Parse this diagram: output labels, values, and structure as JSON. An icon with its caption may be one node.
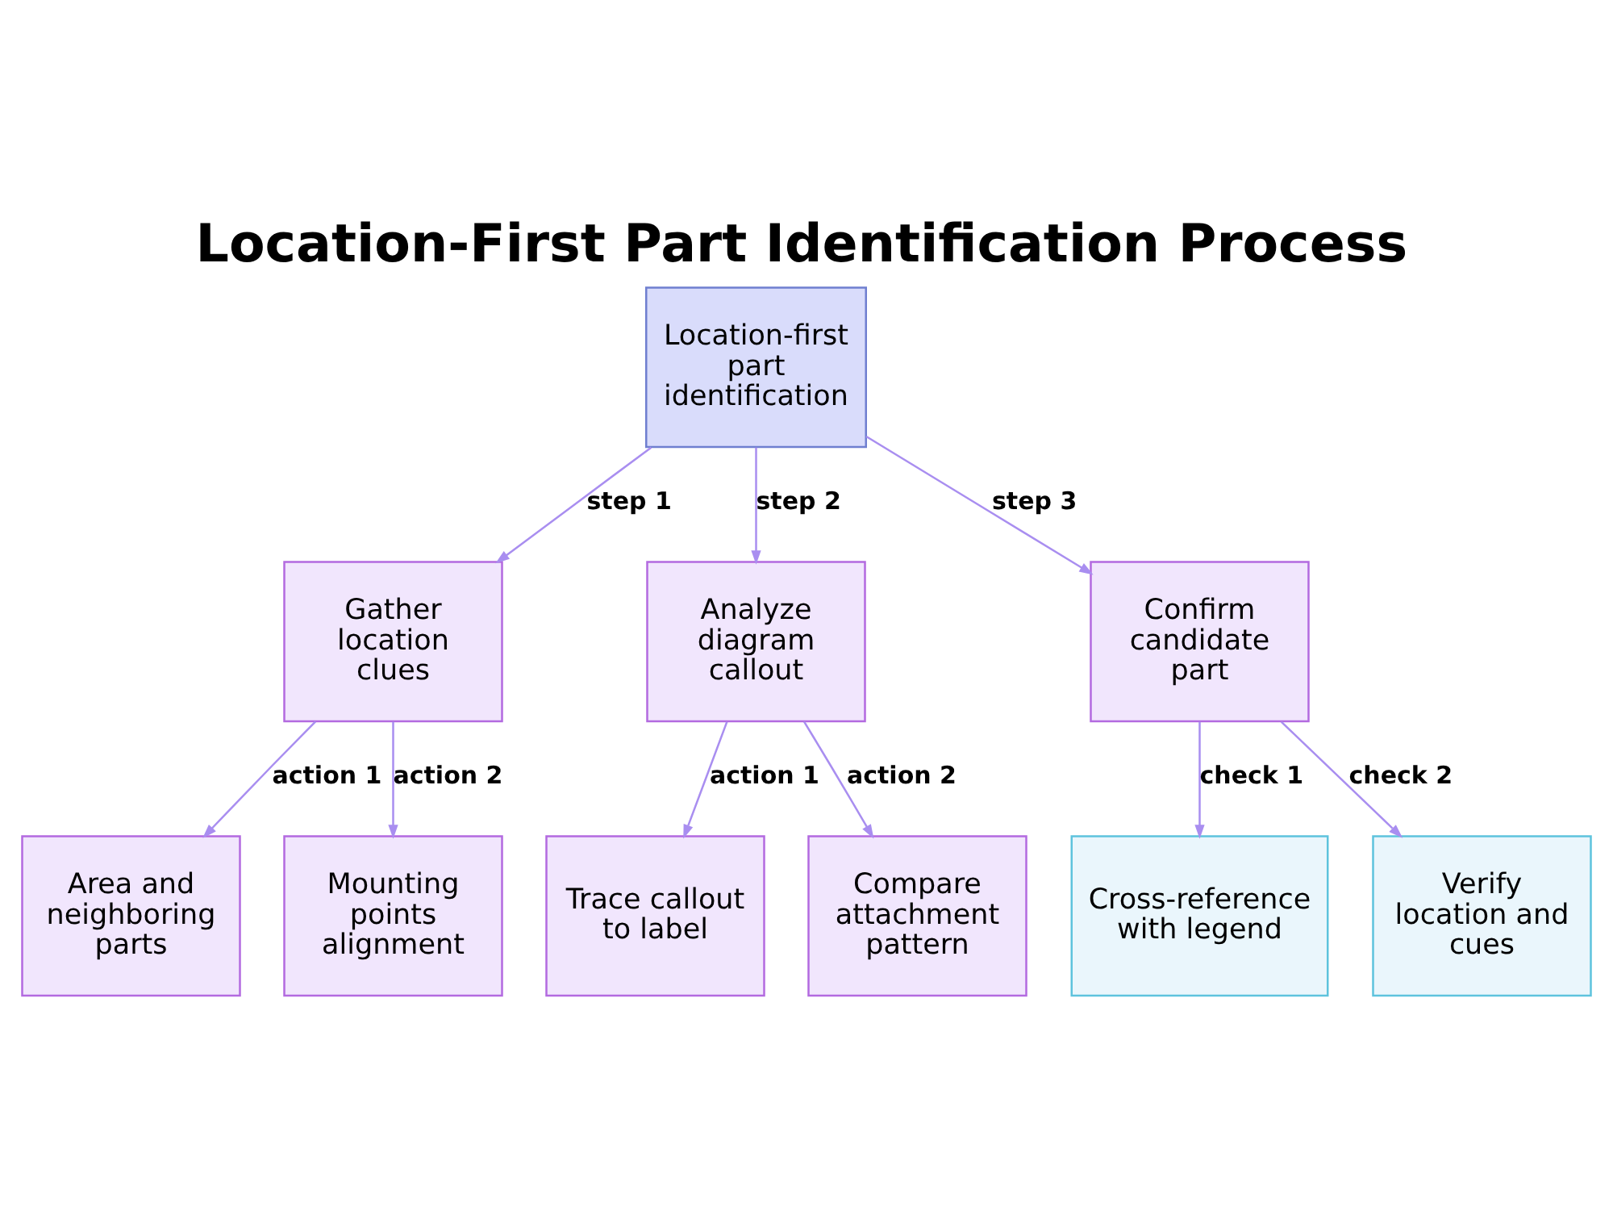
{
  "diagram": {
    "title": "Location-First Part Identification Process",
    "nodes": [
      {
        "text": [
          "Location-first part identification"
        ]
      },
      {
        "text": [
          "Gather location clues"
        ]
      },
      {
        "text": [
          "Analyze diagram callout"
        ]
      },
      {
        "text": [
          "Confirm candidate part"
        ]
      },
      {
        "text": [
          "Area and neighboring parts"
        ]
      },
      {
        "text": [
          "Mounting points alignment"
        ]
      },
      {
        "text": [
          "Trace callout to label"
        ]
      },
      {
        "text": [
          "Compare attachment pattern"
        ]
      },
      {
        "text": [
          "Cross-reference with legend"
        ]
      },
      {
        "text": [
          "Verify location and cues"
        ]
      }
    ],
    "edges": [
      {
        "from": 0,
        "to": 1,
        "arrow": "to",
        "label": "step 1"
      },
      {
        "from": 0,
        "to": 2,
        "arrow": "to",
        "label": "step 2"
      },
      {
        "from": 0,
        "to": 3,
        "arrow": "to",
        "label": "step 3"
      },
      {
        "from": 1,
        "to": 4,
        "arrow": "to",
        "label": "action 1"
      },
      {
        "from": 1,
        "to": 5,
        "arrow": "to",
        "label": "action 2"
      },
      {
        "from": 2,
        "to": 6,
        "arrow": "to",
        "label": "action 1"
      },
      {
        "from": 2,
        "to": 7,
        "arrow": "to",
        "label": "action 2"
      },
      {
        "from": 3,
        "to": 8,
        "arrow": "to",
        "label": "check 1"
      },
      {
        "from": 3,
        "to": 9,
        "arrow": "to",
        "label": "check 2"
      }
    ]
  }
}
